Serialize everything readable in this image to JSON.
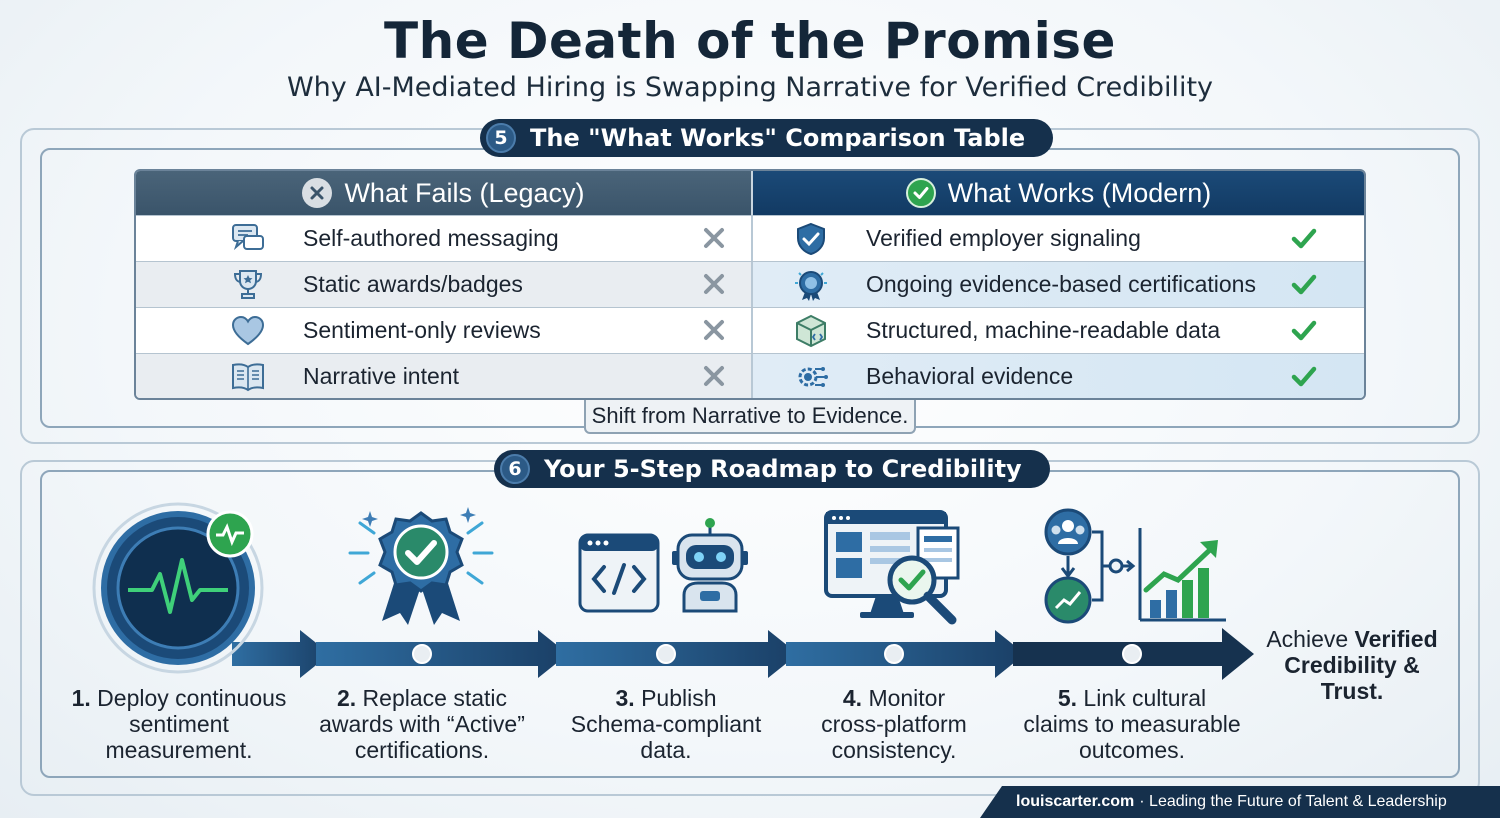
{
  "header": {
    "title": "The Death of the Promise",
    "subtitle": "Why AI-Mediated Hiring is Swapping Narrative for Verified Credibility"
  },
  "section5": {
    "number": "5",
    "title": "The \"What Works\" Comparison Table",
    "fails_header": "What Fails (Legacy)",
    "works_header": "What Works (Modern)",
    "rows": [
      {
        "fails": "Self-authored messaging",
        "works": "Verified employer signaling",
        "fails_icon": "chat-bubbles-icon",
        "works_icon": "shield-check-icon"
      },
      {
        "fails": "Static awards/badges",
        "works": "Ongoing evidence-based certifications",
        "fails_icon": "trophy-icon",
        "works_icon": "certification-badge-icon"
      },
      {
        "fails": "Sentiment-only reviews",
        "works": "Structured, machine-readable data",
        "fails_icon": "heart-icon",
        "works_icon": "data-cube-icon"
      },
      {
        "fails": "Narrative intent",
        "works": "Behavioral evidence",
        "fails_icon": "open-book-icon",
        "works_icon": "gear-network-icon"
      }
    ],
    "footer_note": "Shift from Narrative to Evidence."
  },
  "section6": {
    "number": "6",
    "title": "Your 5-Step Roadmap to Credibility",
    "steps": [
      {
        "num": "1.",
        "text": "Deploy continuous\nsentiment\nmeasurement.",
        "icon": "heartbeat-monitor-icon"
      },
      {
        "num": "2.",
        "text": "Replace static\nawards with “Active”\ncertifications.",
        "icon": "ribbon-badge-icon"
      },
      {
        "num": "3.",
        "text": "Publish\nSchema-compliant\ndata.",
        "icon": "code-robot-icon"
      },
      {
        "num": "4.",
        "text": "Monitor\ncross-platform\nconsistency.",
        "icon": "monitor-magnifier-icon"
      },
      {
        "num": "5.",
        "text": "Link cultural\nclaims to measurable\noutcomes.",
        "icon": "people-growth-chart-icon"
      }
    ],
    "goal_prefix": "Achieve ",
    "goal_bold1": "Verified",
    "goal_bold2": "Credibility & Trust."
  },
  "footer": {
    "site": "louiscarter.com",
    "tagline": "· Leading the Future of Talent & Leadership"
  },
  "colors": {
    "navy": "#15304c",
    "accent_blue": "#2e6da4",
    "success_green": "#2ea44f",
    "fail_gray": "#8a96a1"
  }
}
